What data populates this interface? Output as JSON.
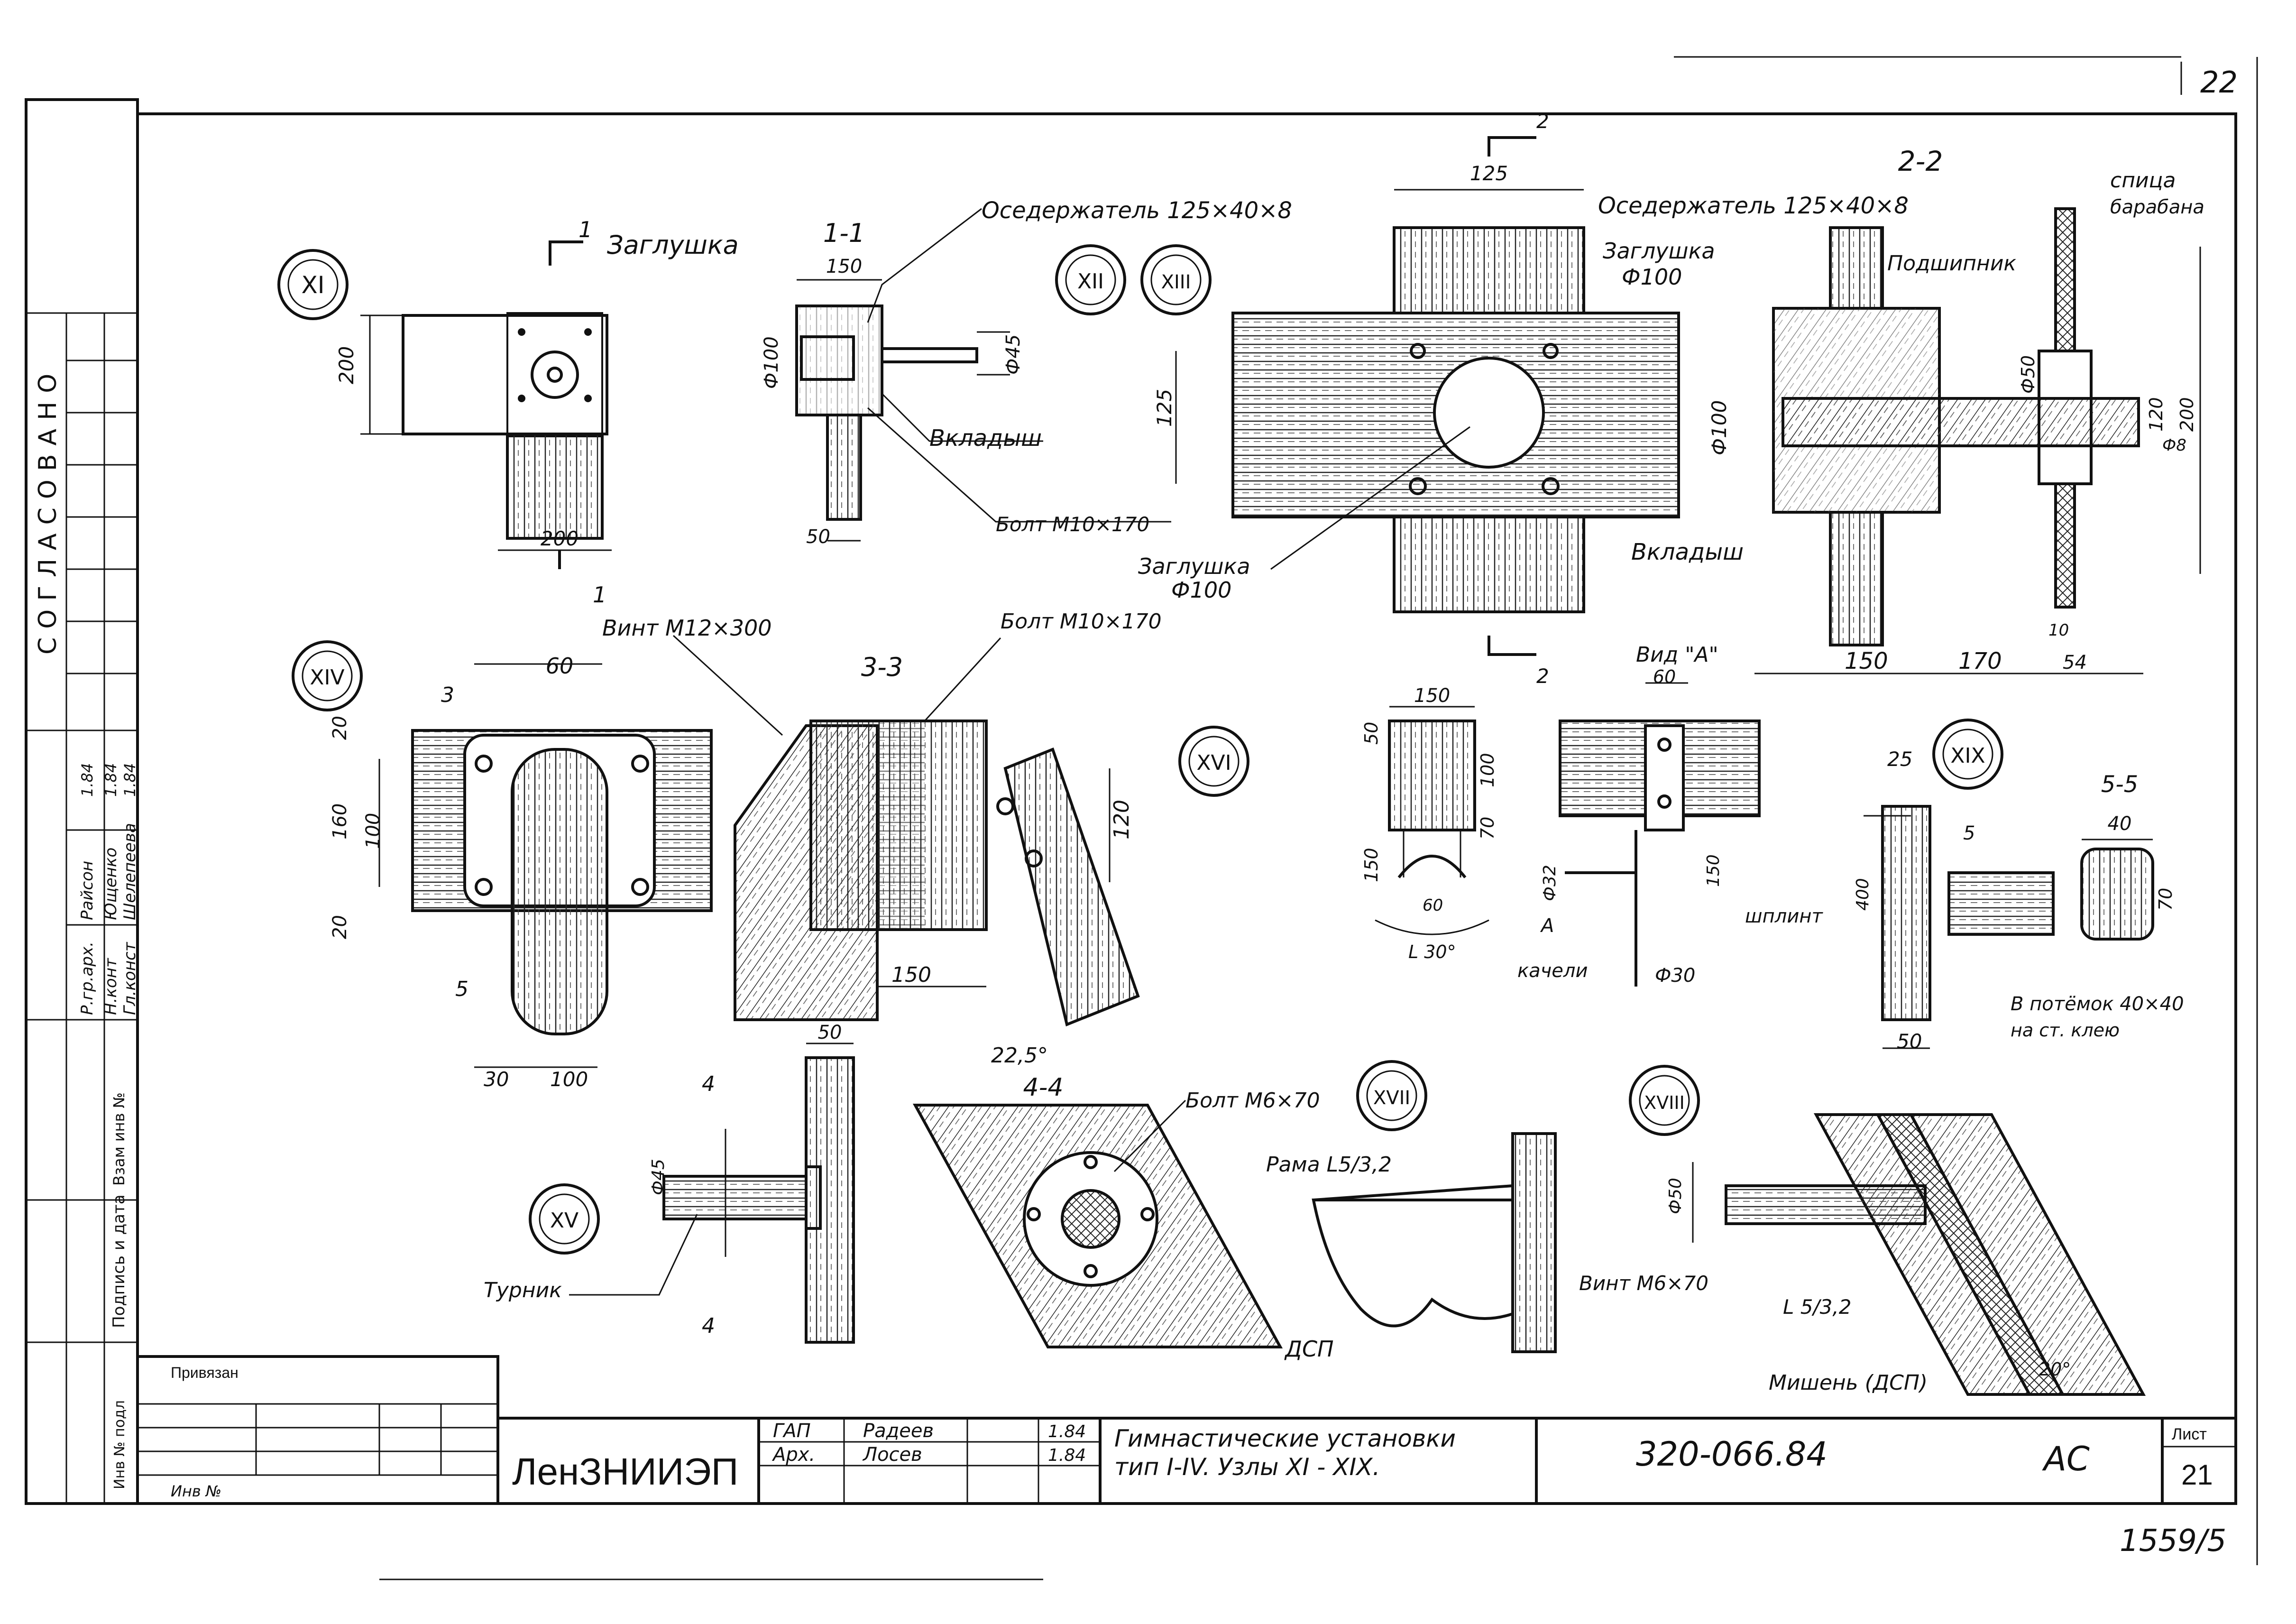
{
  "sheet": {
    "corner_number": "22",
    "sheet_code": "1559/5",
    "colors": {
      "ink": "#111111",
      "paper": "#ffffff"
    }
  },
  "side_strip": {
    "approval": "СОГЛАСОВАНО",
    "inv_orig": "Инв № подл",
    "signature_date": "Подпись и дата",
    "inv_replace": "Взам инв №"
  },
  "node_markers": {
    "XI": "XI",
    "XII": "XII",
    "XIII": "XIII",
    "XIV": "XIV",
    "XV": "XV",
    "XVI": "XVI",
    "XVII": "XVII",
    "XVIII": "XVIII",
    "XIX": "XIX"
  },
  "sections": {
    "s1": "1-1",
    "s2": "2-2",
    "s3": "3-3",
    "s4": "4-4",
    "s5": "5-5",
    "cut1": "1",
    "cut2": "2",
    "cut3": "3",
    "cut4": "4",
    "cut5": "5",
    "view_a": "Вид \"А\"",
    "arrow_a": "А"
  },
  "labels": {
    "ozderzhatel_1": "Оседержатель 125×40×8",
    "ozderzhatel_2": "Оседержатель 125×40×8",
    "zaglushka_1": "Заглушка",
    "zaglushka_2": "Заглушка",
    "zaglushka_2_dim": "Ф100",
    "zaglushka_3": "Заглушка",
    "zaglushka_3_dim": "Ф100",
    "vkladysh_1": "Вкладыш",
    "vkladysh_2": "Вкладыш",
    "bolt_m10_1": "Болт М10×170",
    "bolt_m10_2": "Болт М10×170",
    "vint_m12": "Винт М12×300",
    "bolt_m6": "Болт М6×70",
    "vint_m6": "Винт М6×70",
    "podshipnik": "Подшипник",
    "spitsa": "спица",
    "barabana": "барабана",
    "shplint": "шплинт",
    "kacheli": "качели",
    "v_potemok": "В потёмок 40×40",
    "na_kleyu": "на ст. клею",
    "turnik": "Турник",
    "rama": "Рама L5/3,2",
    "dsp": "ДСП",
    "l5": "L 5/3,2",
    "mishen": "Мишень (ДСП)"
  },
  "dimensions": {
    "d150": "150",
    "d200": "200",
    "d100": "100",
    "d50": "50",
    "d45": "Ф45",
    "d125": "125",
    "d125b": "125",
    "d120": "120",
    "d200b": "200",
    "d50b": "Ф50",
    "d100b": "Ф100",
    "d150b": "150",
    "d170": "170",
    "d10": "10",
    "d54": "54",
    "d60": "60",
    "d20a": "20",
    "d160": "160",
    "d100c": "100",
    "d20b": "20",
    "d30": "30",
    "d100d": "100",
    "d5": "5",
    "d120b": "120",
    "d150c": "150",
    "d225": "22,5°",
    "d50c": "50",
    "d45b": "Ф45",
    "d150d": "150",
    "d50d": "50",
    "d100e": "100",
    "d70": "70",
    "d150e": "150",
    "d60b": "60",
    "d30deg": "L 30°",
    "d32": "Ф32",
    "d30b": "Ф30",
    "d60c": "60",
    "d150f": "150",
    "d25": "25",
    "d400": "400",
    "d40": "40",
    "d70b": "70",
    "d50e": "50",
    "d50f": "Ф50",
    "d20deg": "20°",
    "d8": "Ф8"
  },
  "title_block": {
    "org": "ЛенЗНИИЭП",
    "bound": "Привязан",
    "inv_no": "Инв №",
    "roles": [
      {
        "role": "ГАП",
        "name": "Радеев",
        "date": "1.84"
      },
      {
        "role": "Арх.",
        "name": "Лосев",
        "date": "1.84"
      }
    ],
    "left_roles": [
      {
        "role": "Р.гр.арх.",
        "name": "Райсон",
        "date": "1.84"
      },
      {
        "role": "Н.конт",
        "name": "Ющенко",
        "date": "1.84"
      },
      {
        "role": "Гл.конст",
        "name": "Шелепеева",
        "date": "1.84"
      }
    ],
    "title_line1": "Гимнастические установки",
    "title_line2": "тип I-IV. Узлы XI - XIX.",
    "project_code": "320-066.84",
    "stage": "АС",
    "sheet_label": "Лист",
    "sheet_no": "21"
  }
}
